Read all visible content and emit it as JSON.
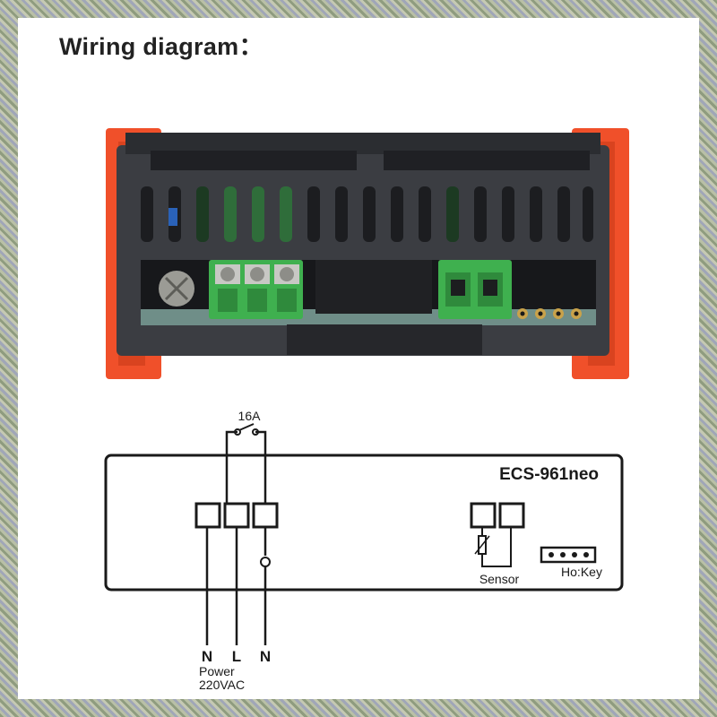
{
  "heading": "Wiring diagram：",
  "diagram": {
    "model": "ECS-961neo",
    "relay_rating": "16A",
    "sensor_label": "Sensor",
    "key_label": "Ho:Key",
    "terminals": {
      "n1": "N",
      "l": "L",
      "n2": "N"
    },
    "power_label": "Power",
    "voltage_label": "220VAC"
  },
  "colors": {
    "housing_orange": "#f0502a",
    "housing_dark": "#3b3d42",
    "terminal_green": "#3fb04f",
    "line": "#1a1a1a"
  },
  "icons": [
    "screw-terminal-icon",
    "relay-contact-icon",
    "thermistor-icon",
    "lamp-icon"
  ]
}
